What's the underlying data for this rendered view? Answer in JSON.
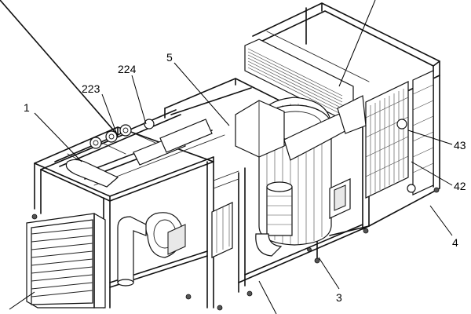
{
  "callouts": {
    "c1": "1",
    "c223": "223",
    "c224": "224",
    "c5": "5",
    "c3": "3",
    "c4": "4",
    "c42": "42",
    "c43": "43"
  }
}
